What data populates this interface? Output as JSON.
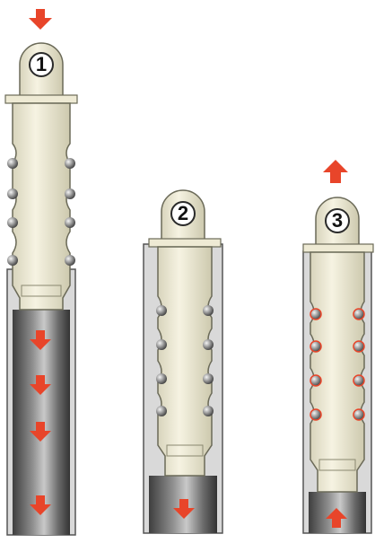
{
  "stages": [
    {
      "number": "1",
      "motion": "insert",
      "balls": "outward",
      "tube_arrows": "down"
    },
    {
      "number": "2",
      "motion": "locked",
      "balls": "outward",
      "tube_arrows": "down"
    },
    {
      "number": "3",
      "motion": "release",
      "balls": "retracted",
      "tube_arrows": "up"
    }
  ],
  "colors": {
    "arrow": "#e8452a",
    "pin_body": "#f2efda",
    "pin_outline": "#6b6a58",
    "tube_dark": "#4a4a4a",
    "tube_light": "#bdbdbd",
    "ball": "#9a9a9a"
  }
}
